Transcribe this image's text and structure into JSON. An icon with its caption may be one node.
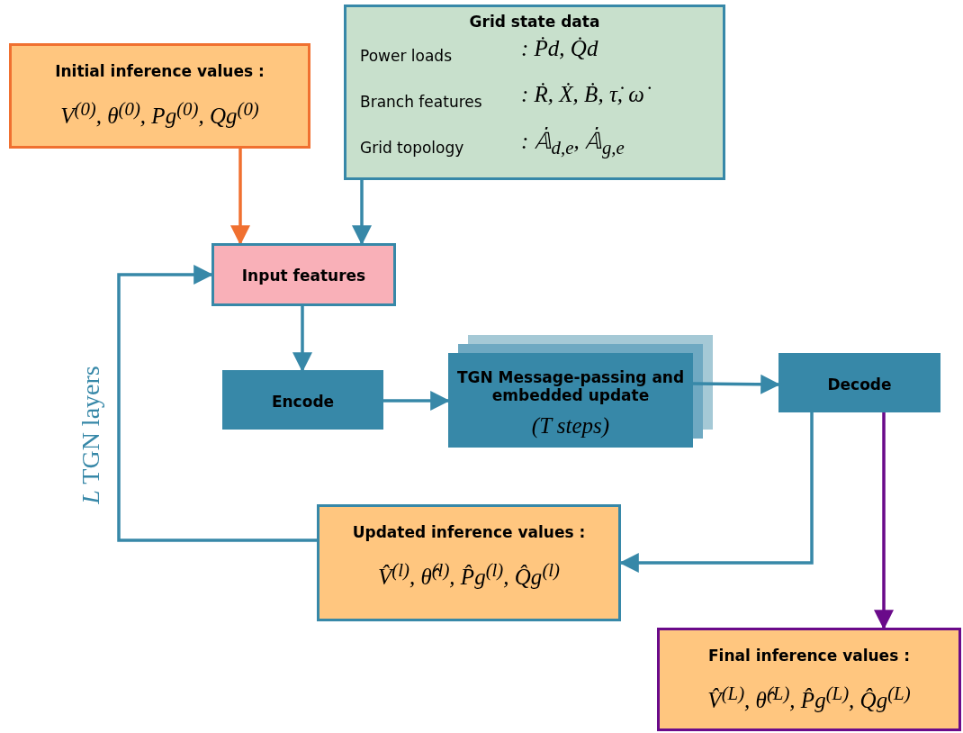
{
  "diagram": {
    "nodes": [
      {
        "text": [
          "Initial inference values :",
          "V$^{(0)}$, θ$^{(0)}$, Pg$^{(0)}$, Qg$^{(0)}$"
        ]
      },
      {
        "text": [
          "Grid state data",
          "Power loads",
          ": Ṗd, Q̇d",
          "Branch features",
          ": Ṙ, Ẋ, Ḃ, τ̇, ω̇",
          "Grid topology",
          ": 𝔸̇$_{d,e}$, 𝔸̇$_{g,e}$"
        ]
      },
      {
        "text": [
          "Input features"
        ]
      },
      {
        "text": [
          "Encode"
        ]
      },
      {
        "text": [
          "TGN Message-passing and embedded update",
          "(*T* steps)"
        ]
      },
      {
        "text": [
          "Decode"
        ]
      },
      {
        "text": [
          "Updated inference values :",
          "V̂$^{(l)}$, θ̂$^{(l)}$, P̂g$^{(l)}$, Q̂g$^{(l)}$"
        ]
      },
      {
        "text": [
          "Final inference values :",
          "V̂$^{(L)}$, θ̂$^{(L)}$, P̂g$^{(L)}$, Q̂g$^{(L)}$"
        ]
      }
    ],
    "edges": [
      {
        "from": 0,
        "to": 2,
        "arrow": "to",
        "color": "#f07030"
      },
      {
        "from": 1,
        "to": 2,
        "arrow": "to"
      },
      {
        "from": 2,
        "to": 3,
        "arrow": "to"
      },
      {
        "from": 3,
        "to": 4,
        "arrow": "to"
      },
      {
        "from": 4,
        "to": 5,
        "arrow": "to"
      },
      {
        "from": 5,
        "to": 6,
        "arrow": "to"
      },
      {
        "from": 5,
        "to": 7,
        "arrow": "to",
        "color": "#6a0a8a"
      },
      {
        "from": 6,
        "to": 2,
        "arrow": "to"
      }
    ],
    "labels": [
      "*L* TGN layers"
    ]
  }
}
